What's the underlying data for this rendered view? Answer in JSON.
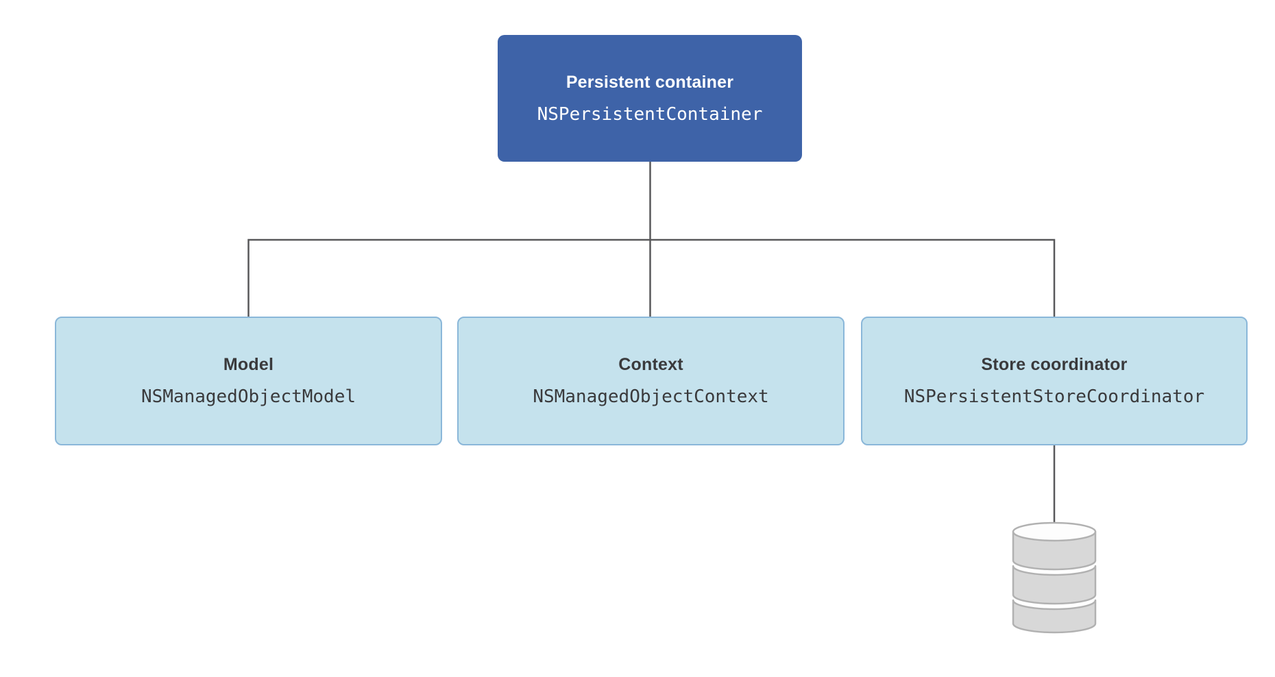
{
  "diagram": {
    "root": {
      "title": "Persistent container",
      "class_name": "NSPersistentContainer"
    },
    "children": [
      {
        "title": "Model",
        "class_name": "NSManagedObjectModel"
      },
      {
        "title": "Context",
        "class_name": "NSManagedObjectContext"
      },
      {
        "title": "Store coordinator",
        "class_name": "NSPersistentStoreCoordinator"
      }
    ],
    "icons": [
      {
        "name": "database-cylinder-icon",
        "attached_to": "Store coordinator"
      }
    ]
  },
  "colors": {
    "root_fill": "#3e63a8",
    "root_text": "#ffffff",
    "child_fill": "#c5e2ed",
    "child_border": "#8ab7d9",
    "child_text": "#3a3a3c",
    "connector": "#58585a",
    "cylinder_fill": "#d8d8d8",
    "cylinder_top_fill": "#fdfdfd",
    "cylinder_stroke": "#b1b1b1",
    "page_bg": "#ffffff"
  }
}
